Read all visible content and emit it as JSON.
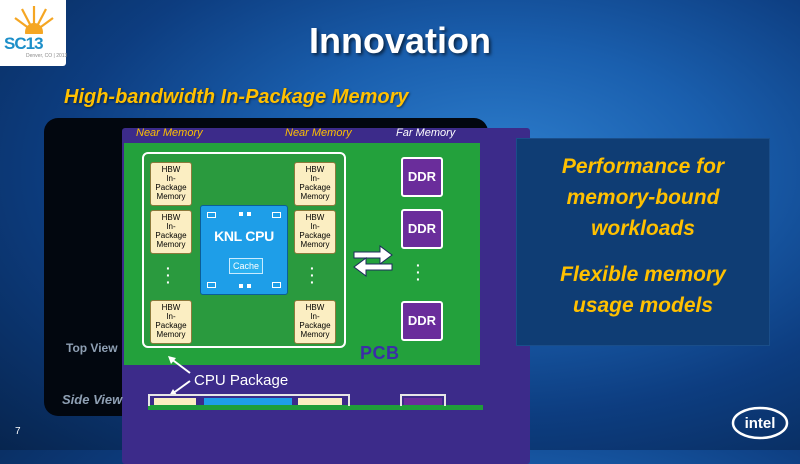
{
  "slide": {
    "title": "Innovation",
    "subtitle": "High-bandwidth In-Package Memory",
    "page_number": "7"
  },
  "logo": {
    "text": "SC13",
    "location": "Denver, CO | 2013"
  },
  "diagram": {
    "labels": {
      "near_memory_left": "Near Memory",
      "near_memory_right": "Near Memory",
      "far_memory": "Far Memory",
      "top_view": "Top View",
      "side_view": "Side View",
      "cpu_package": "CPU Package",
      "pcb": "PCB"
    },
    "hbw_memory_line1": "HBW",
    "hbw_memory_line2": "In-",
    "hbw_memory_line3": "Package",
    "hbw_memory_line4": "Memory",
    "cpu": {
      "name": "KNL CPU",
      "cache": "Cache"
    },
    "ddr_label": "DDR"
  },
  "callout": {
    "line1": "Performance for",
    "line2": "memory-bound",
    "line3": "workloads",
    "line4": "Flexible memory",
    "line5": "usage models"
  },
  "brand": {
    "name": "intel"
  },
  "colors": {
    "accent": "#ffc000",
    "pcb_green": "#23a13c",
    "ddr_purple": "#6a2d9b",
    "cpu_blue": "#1e9ee8",
    "hbw_fill": "#fbeec2"
  },
  "icons": [
    "sun-logo-icon",
    "bidirectional-arrow-icon",
    "intel-logo-icon"
  ]
}
